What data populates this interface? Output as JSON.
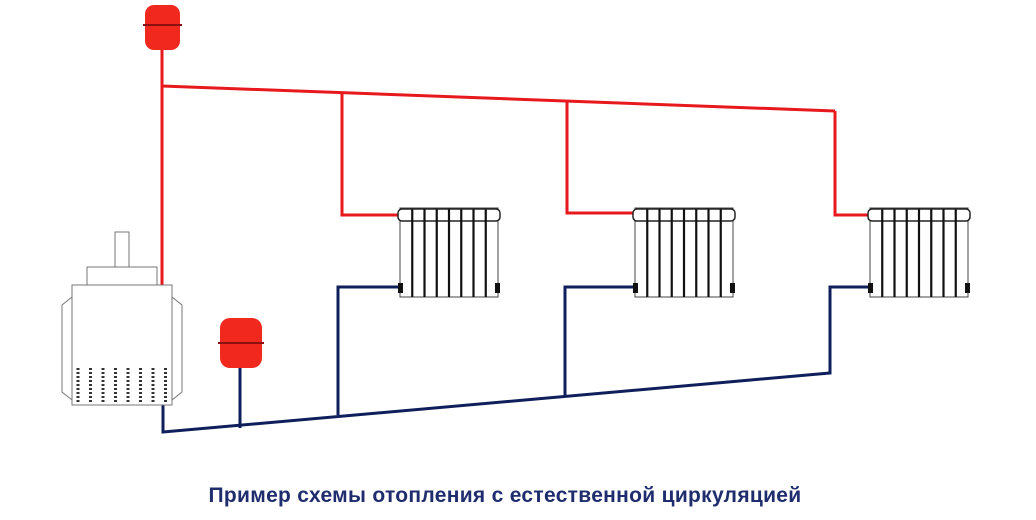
{
  "caption": "Пример схемы отопления с естественной циркуляцией",
  "colors": {
    "supply": "#e8191c",
    "return": "#0f1f5c",
    "tank": "#f0281e",
    "caption": "#1f2d6e"
  },
  "radiator_count": 3,
  "radiator_sections": 8
}
